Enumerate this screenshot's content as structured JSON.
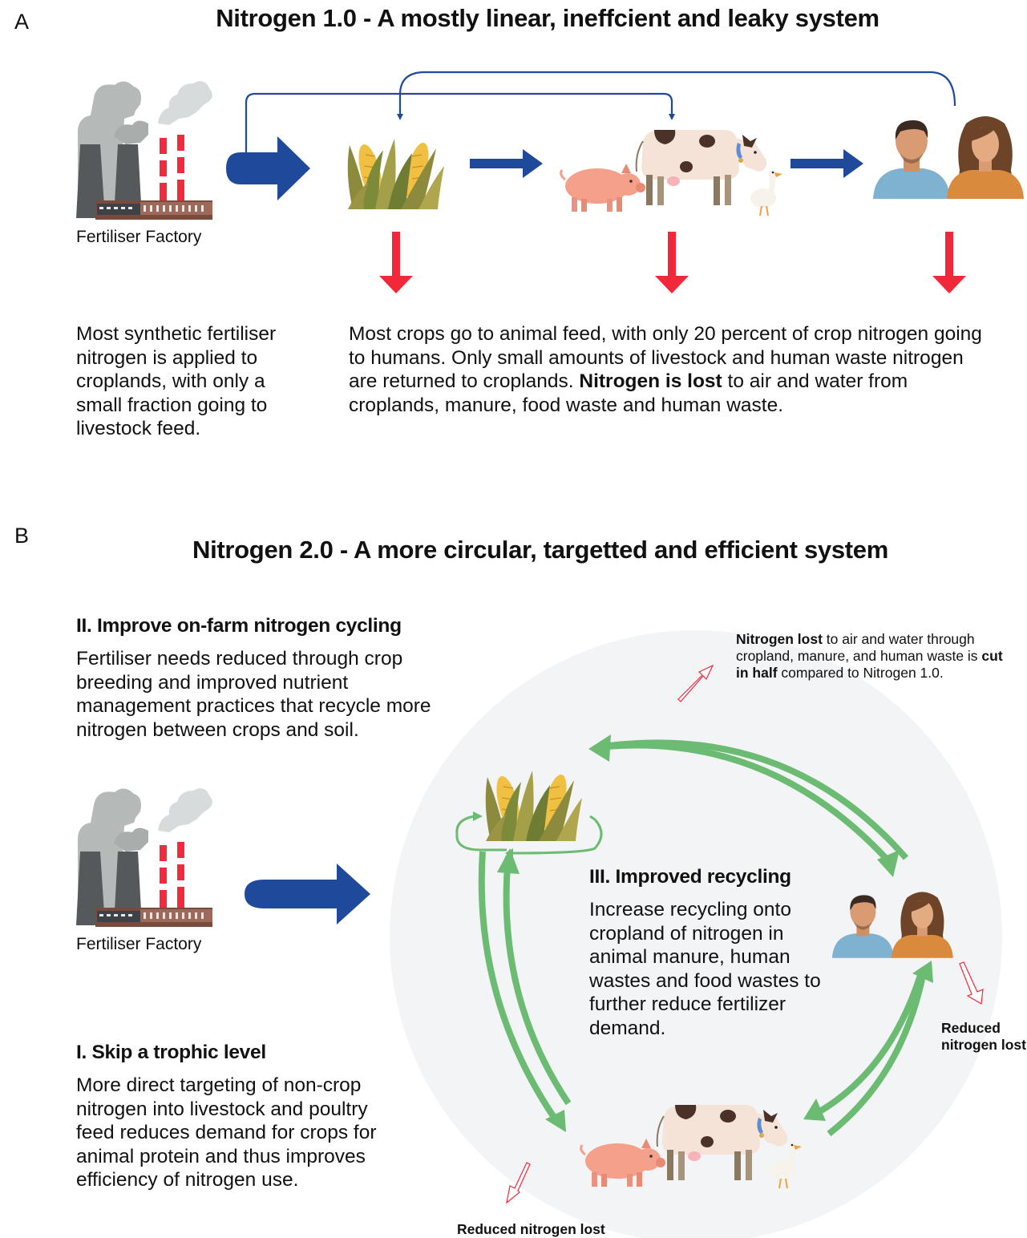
{
  "panel_a": {
    "letter": "A",
    "title": "Nitrogen 1.0 - A mostly linear, ineffcient and leaky system",
    "factory_label": "Fertiliser Factory",
    "left_text": "Most synthetic fertiliser nitrogen is applied to croplands, with only a small fraction going to livestock feed.",
    "right_text_1": "Most crops go to animal feed, with only 20 percent of crop nitrogen going to humans. Only small amounts of livestock and human waste nitrogen are returned to croplands. ",
    "right_text_bold": "Nitrogen is lost",
    "right_text_2": " to air and water from croplands, manure, food waste and human waste."
  },
  "panel_b": {
    "letter": "B",
    "title": "Nitrogen 2.0 - A more circular, targetted and efficient system",
    "factory_label": "Fertiliser Factory",
    "section_2_heading": "II. Improve on-farm nitrogen cycling",
    "section_2_text": "Fertiliser needs reduced through crop breeding and improved nutrient management practices that recycle more nitrogen between crops and soil.",
    "section_1_heading": "I. Skip a trophic level",
    "section_1_text": "More direct targeting of non-crop nitrogen into livestock and poultry feed reduces demand for crops for animal protein and thus improves efficiency of nitrogen use.",
    "section_3_heading": "III. Improved recycling",
    "section_3_text": "Increase recycling onto cropland of nitrogen in animal manure, human wastes and food wastes to further reduce fertilizer demand.",
    "loss_note_bold_1": "Nitrogen lost",
    "loss_note_1": " to air and water through cropland, manure, and human waste is ",
    "loss_note_bold_2": "cut in half",
    "loss_note_2": " compared to Nitrogen 1.0.",
    "reduced_loss_right_1": "Reduced",
    "reduced_loss_right_2": "nitrogen lost",
    "reduced_loss_bottom": "Reduced nitrogen lost"
  },
  "colors": {
    "flow_arrow": "#1f4a9c",
    "loss_arrow": "#f0283a",
    "cycle_arrow": "#6cbb72",
    "circle_bg": "#f3f4f6"
  },
  "icons": [
    "factory-icon",
    "corn-icon",
    "pig-icon",
    "cow-icon",
    "goose-icon",
    "man-icon",
    "woman-icon"
  ]
}
